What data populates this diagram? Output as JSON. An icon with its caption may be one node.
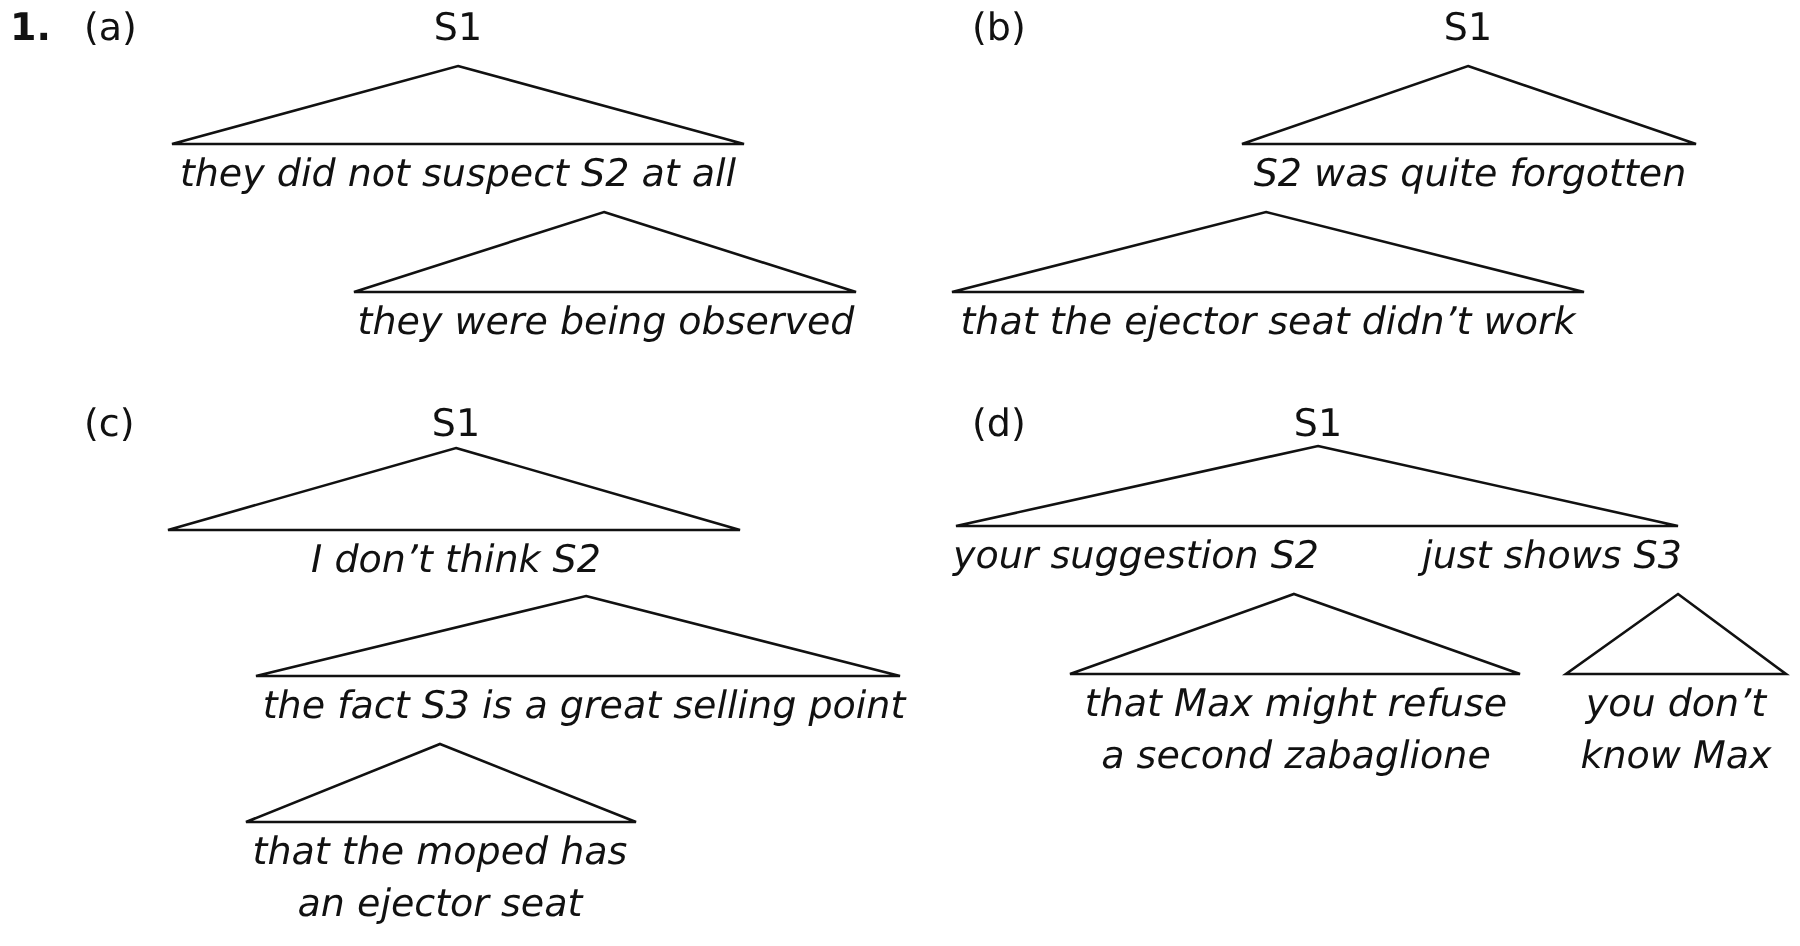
{
  "diagram": {
    "nodes": [
      {
        "text": [
          "S1"
        ]
      },
      {
        "text": [
          "they did not suspect S2 at all"
        ]
      },
      {
        "text": [
          "they were being observed"
        ]
      },
      {
        "text": [
          "S1"
        ]
      },
      {
        "text": [
          "S2 was quite forgotten"
        ]
      },
      {
        "text": [
          "that the ejector seat didn’t work"
        ]
      },
      {
        "text": [
          "S1"
        ]
      },
      {
        "text": [
          "I don’t think S2"
        ]
      },
      {
        "text": [
          "the fact S3 is a great selling point"
        ]
      },
      {
        "text": [
          "that the moped has an ejector seat"
        ]
      },
      {
        "text": [
          "S1"
        ]
      },
      {
        "text": [
          "your suggestion S2",
          "just shows S3"
        ]
      },
      {
        "text": [
          "that Max might refuse a second zabaglione"
        ]
      },
      {
        "text": [
          "you don’t know Max"
        ]
      }
    ],
    "labels": [
      "1.",
      "(a)",
      "(b)",
      "(c)",
      "(d)"
    ]
  }
}
